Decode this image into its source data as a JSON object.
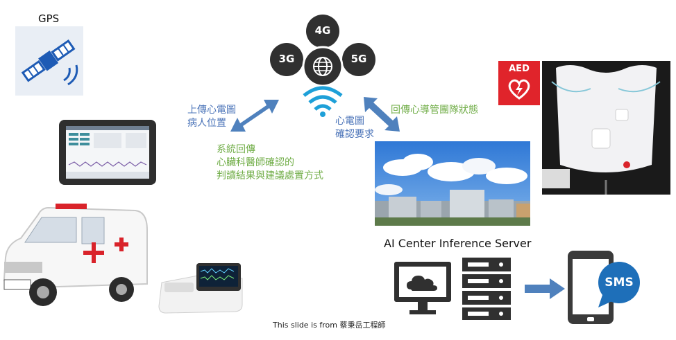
{
  "gps": {
    "label": "GPS"
  },
  "network": {
    "badges": [
      "4G",
      "3G",
      "5G"
    ]
  },
  "annotations": {
    "upload_lines": [
      "上傳心電圖",
      "病人位置"
    ],
    "system_return_lines": [
      "系統回傳",
      "心臟科醫師確認的",
      "判讀結果與建議處置方式"
    ],
    "ecg_confirm_lines": [
      "心電圖",
      "確認要求"
    ],
    "team_status": "回傳心導管團隊狀態"
  },
  "aed": {
    "label": "AED"
  },
  "server": {
    "label": "AI Center Inference Server"
  },
  "sms": {
    "label": "SMS"
  },
  "footer": {
    "credit": "This slide is from 蔡秉岳工程師"
  },
  "colors": {
    "arrow_blue": "#4f81bd",
    "text_blue": "#4a73b8",
    "text_green": "#70ad47",
    "aed_red": "#e0242b",
    "sms_blue": "#1e6fb9",
    "ambulance_red": "#d9232a",
    "device_gray": "#3a3a3a"
  }
}
